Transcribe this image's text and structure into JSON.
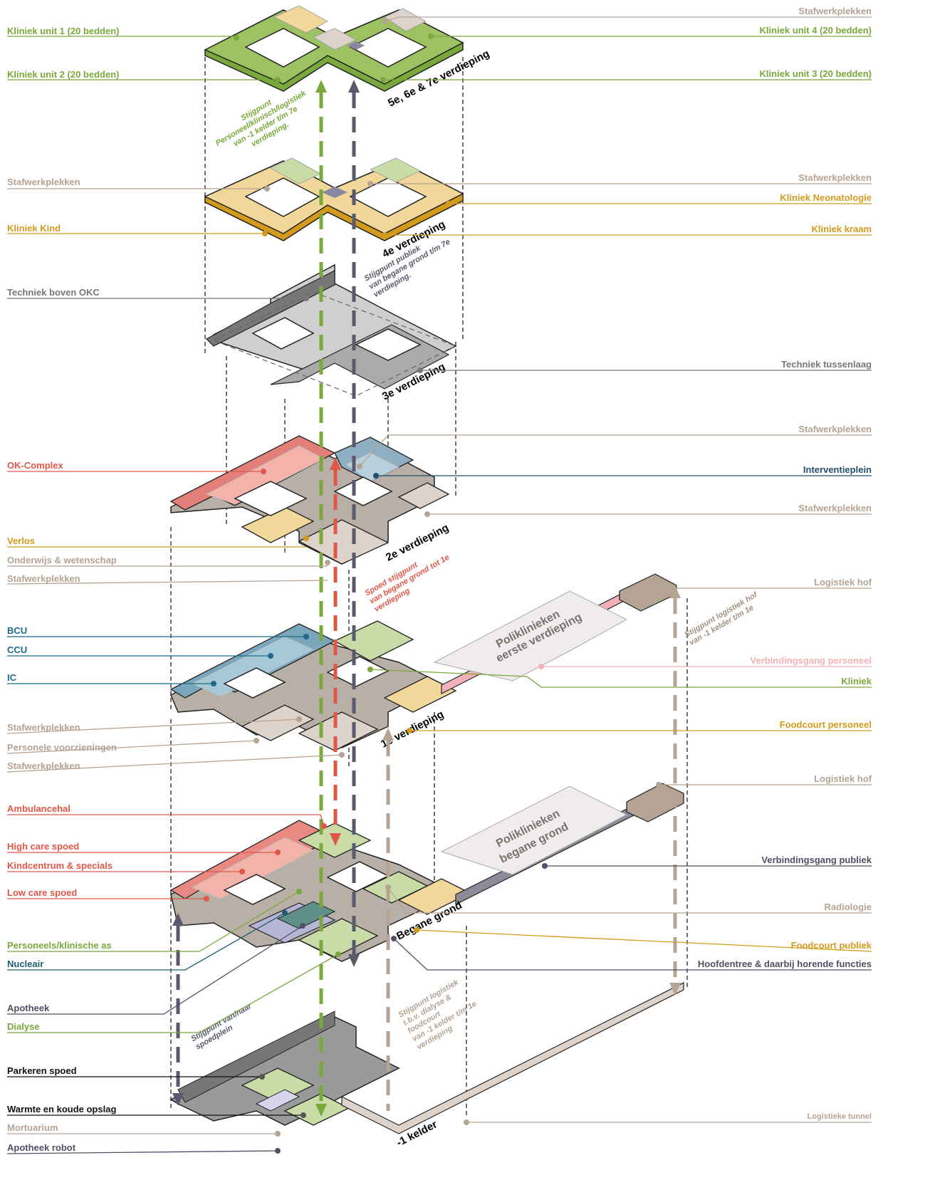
{
  "colors": {
    "green": "#79a83b",
    "green_light": "#c9dca8",
    "orange": "#d49a1c",
    "orange_light": "#f2d79a",
    "taupe": "#b5a394",
    "taupe_light": "#ddd3ca",
    "red": "#e0574a",
    "red_light": "#f3b3aa",
    "teal": "#1f6a8a",
    "teal_light": "#a7c8d6",
    "slate": "#505064",
    "slate_light": "#b9b8c8",
    "dark_grey": "#777777",
    "black": "#111111",
    "pink": "#f2b1b8"
  },
  "floors": {
    "f5": "5e, 6e & 7e verdieping",
    "f4": "4e verdieping",
    "f3": "3e verdieping",
    "f2": "2e verdieping",
    "f1": "1e verdieping",
    "bg": "Begane grond",
    "kelder": "-1 kelder"
  },
  "poli": {
    "first_line1": "Poliklinieken",
    "first_line2": "eerste verdieping",
    "ground_line1": "Poliklinieken",
    "ground_line2": "begane grond"
  },
  "annotations": {
    "stijg_personeel": [
      "Stijgpunt",
      "Personeel/klinisch/logistiek",
      "van -1 kelder t/m 7e",
      "verdieping."
    ],
    "stijg_publiek": [
      "Stijgpunt publiek",
      "van begane grond t/m 7e",
      "verdieping."
    ],
    "spoed_stijg": [
      "Spoed stijgpunt",
      "van begane grond tot 1e",
      "verdieping"
    ],
    "stijg_logistiek_hof": [
      "Stijgpunt logistiek hof",
      "van -1 kelder t/m 1e"
    ],
    "stijg_spoedplein": [
      "Stijgpunt van/naar",
      "spoedplein"
    ],
    "stijg_dialyse": [
      "Stijgpunt logistiek",
      "t.b.v. dialyse &",
      "foodcourt",
      "van -1 kelder t/m 1e",
      "verdieping"
    ]
  },
  "labels_left": [
    {
      "text": "Kliniek unit 1 (20 bedden)",
      "color": "#79a83b"
    },
    {
      "text": "Kliniek unit 2 (20 bedden)",
      "color": "#79a83b"
    },
    {
      "text": "Stafwerkplekken",
      "color": "#b5a394"
    },
    {
      "text": "Kliniek Kind",
      "color": "#d49a1c"
    },
    {
      "text": "Techniek boven OKC",
      "color": "#777777"
    },
    {
      "text": "OK-Complex",
      "color": "#e0574a"
    },
    {
      "text": "Verlos",
      "color": "#d49a1c"
    },
    {
      "text": "Onderwijs & wetenschap",
      "color": "#b5a394"
    },
    {
      "text": "Stafwerkplekken",
      "color": "#b5a394"
    },
    {
      "text": "BCU",
      "color": "#1f6a8a"
    },
    {
      "text": "CCU",
      "color": "#1f6a8a"
    },
    {
      "text": "IC",
      "color": "#1f6a8a"
    },
    {
      "text": "Stafwerkplekken",
      "color": "#b5a394"
    },
    {
      "text": "Personele voorzieningen",
      "color": "#b5a394"
    },
    {
      "text": "Stafwerkplekken",
      "color": "#b5a394"
    },
    {
      "text": "Ambulancehal",
      "color": "#e0574a"
    },
    {
      "text": "High care spoed",
      "color": "#e0574a"
    },
    {
      "text": "Kindcentrum & specials",
      "color": "#e0574a"
    },
    {
      "text": "Low care spoed",
      "color": "#e0574a"
    },
    {
      "text": "Personeels/klinische as",
      "color": "#79a83b"
    },
    {
      "text": "Nucleair",
      "color": "#1f5e6e"
    },
    {
      "text": "Apotheek",
      "color": "#505064"
    },
    {
      "text": "Dialyse",
      "color": "#79a83b"
    },
    {
      "text": "Parkeren spoed",
      "color": "#111111"
    },
    {
      "text": "Warmte en koude opslag",
      "color": "#111111"
    },
    {
      "text": "Mortuarium",
      "color": "#b5a394"
    },
    {
      "text": "Apotheek robot",
      "color": "#505064"
    }
  ],
  "labels_right": [
    {
      "text": "Stafwerkplekken",
      "color": "#b5a394"
    },
    {
      "text": "Kliniek unit 4 (20 bedden)",
      "color": "#79a83b"
    },
    {
      "text": "Kliniek unit 3 (20 bedden)",
      "color": "#79a83b"
    },
    {
      "text": "Stafwerkplekken",
      "color": "#b5a394"
    },
    {
      "text": "Kliniek Neonatologie",
      "color": "#d49a1c"
    },
    {
      "text": "Kliniek kraam",
      "color": "#d49a1c"
    },
    {
      "text": "Techniek tussenlaag",
      "color": "#777777"
    },
    {
      "text": "Stafwerkplekken",
      "color": "#b5a394"
    },
    {
      "text": "Interventieplein",
      "color": "#1f4e6e"
    },
    {
      "text": "Stafwerkplekken",
      "color": "#b5a394"
    },
    {
      "text": "Logistiek hof",
      "color": "#b5a394"
    },
    {
      "text": "Verbindingsgang personeel",
      "color": "#f2b1b8"
    },
    {
      "text": "Kliniek",
      "color": "#79a83b"
    },
    {
      "text": "Foodcourt personeel",
      "color": "#d49a1c"
    },
    {
      "text": "Logistiek hof",
      "color": "#b5a394"
    },
    {
      "text": "Verbindingsgang publiek",
      "color": "#505064"
    },
    {
      "text": "Radiologie",
      "color": "#b5a394"
    },
    {
      "text": "Foodcourt publiek",
      "color": "#d49a1c"
    },
    {
      "text": "Hoofdentree & daarbij horende functies",
      "color": "#505064"
    },
    {
      "text": "Logistieke tunnel",
      "color": "#b5a394"
    }
  ]
}
